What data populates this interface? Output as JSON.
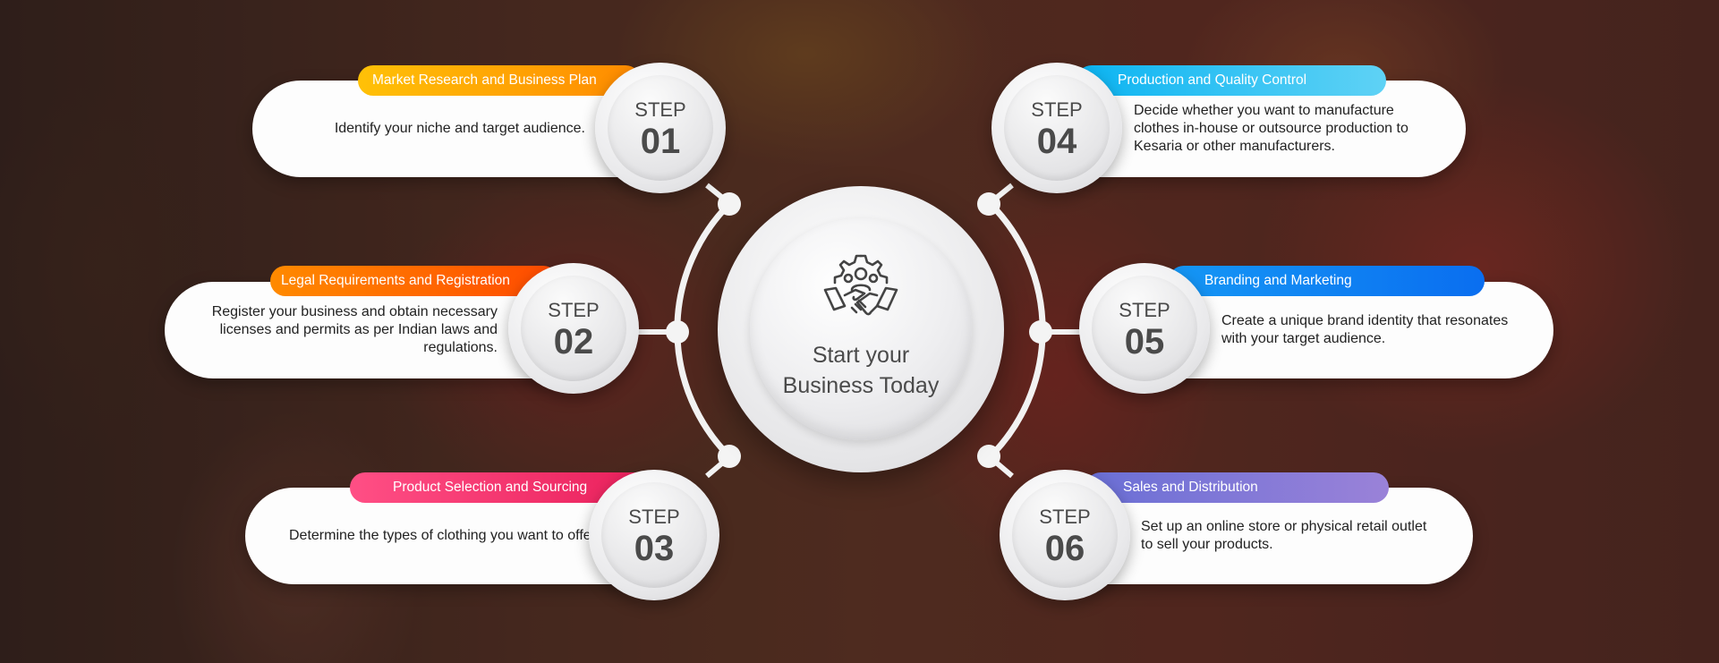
{
  "hub": {
    "title": "Start your\nBusiness Today",
    "icon": "handshake-gear-icon"
  },
  "steps": [
    {
      "label": "STEP",
      "number": "01",
      "title": "Market Research and Business Plan",
      "description": "Identify your niche and target audience.",
      "color_from": "#ffc107",
      "color_to": "#ff8a00"
    },
    {
      "label": "STEP",
      "number": "02",
      "title": "Legal Requirements and Registration",
      "description": "Register your business and obtain necessary licenses and permits as per Indian laws and regulations.",
      "color_from": "#ff8a00",
      "color_to": "#ff4a00"
    },
    {
      "label": "STEP",
      "number": "03",
      "title": "Product Selection and Sourcing",
      "description": "Determine the types of clothing you want to offer",
      "color_from": "#ff4f85",
      "color_to": "#e91e5a"
    },
    {
      "label": "STEP",
      "number": "04",
      "title": "Production and Quality Control",
      "description": "Decide whether you want to manufacture clothes in-house or outsource production to Kesaria or other manufacturers.",
      "color_from": "#0bb4f2",
      "color_to": "#5fd2f5"
    },
    {
      "label": "STEP",
      "number": "05",
      "title": "Branding and Marketing",
      "description": "Create a unique brand identity that resonates with your target audience.",
      "color_from": "#1597f5",
      "color_to": "#0a6ef0"
    },
    {
      "label": "STEP",
      "number": "06",
      "title": "Sales and Distribution",
      "description": "Set up an online store or physical retail outlet to sell your products.",
      "color_from": "#6a6fd6",
      "color_to": "#9a82d8"
    }
  ]
}
